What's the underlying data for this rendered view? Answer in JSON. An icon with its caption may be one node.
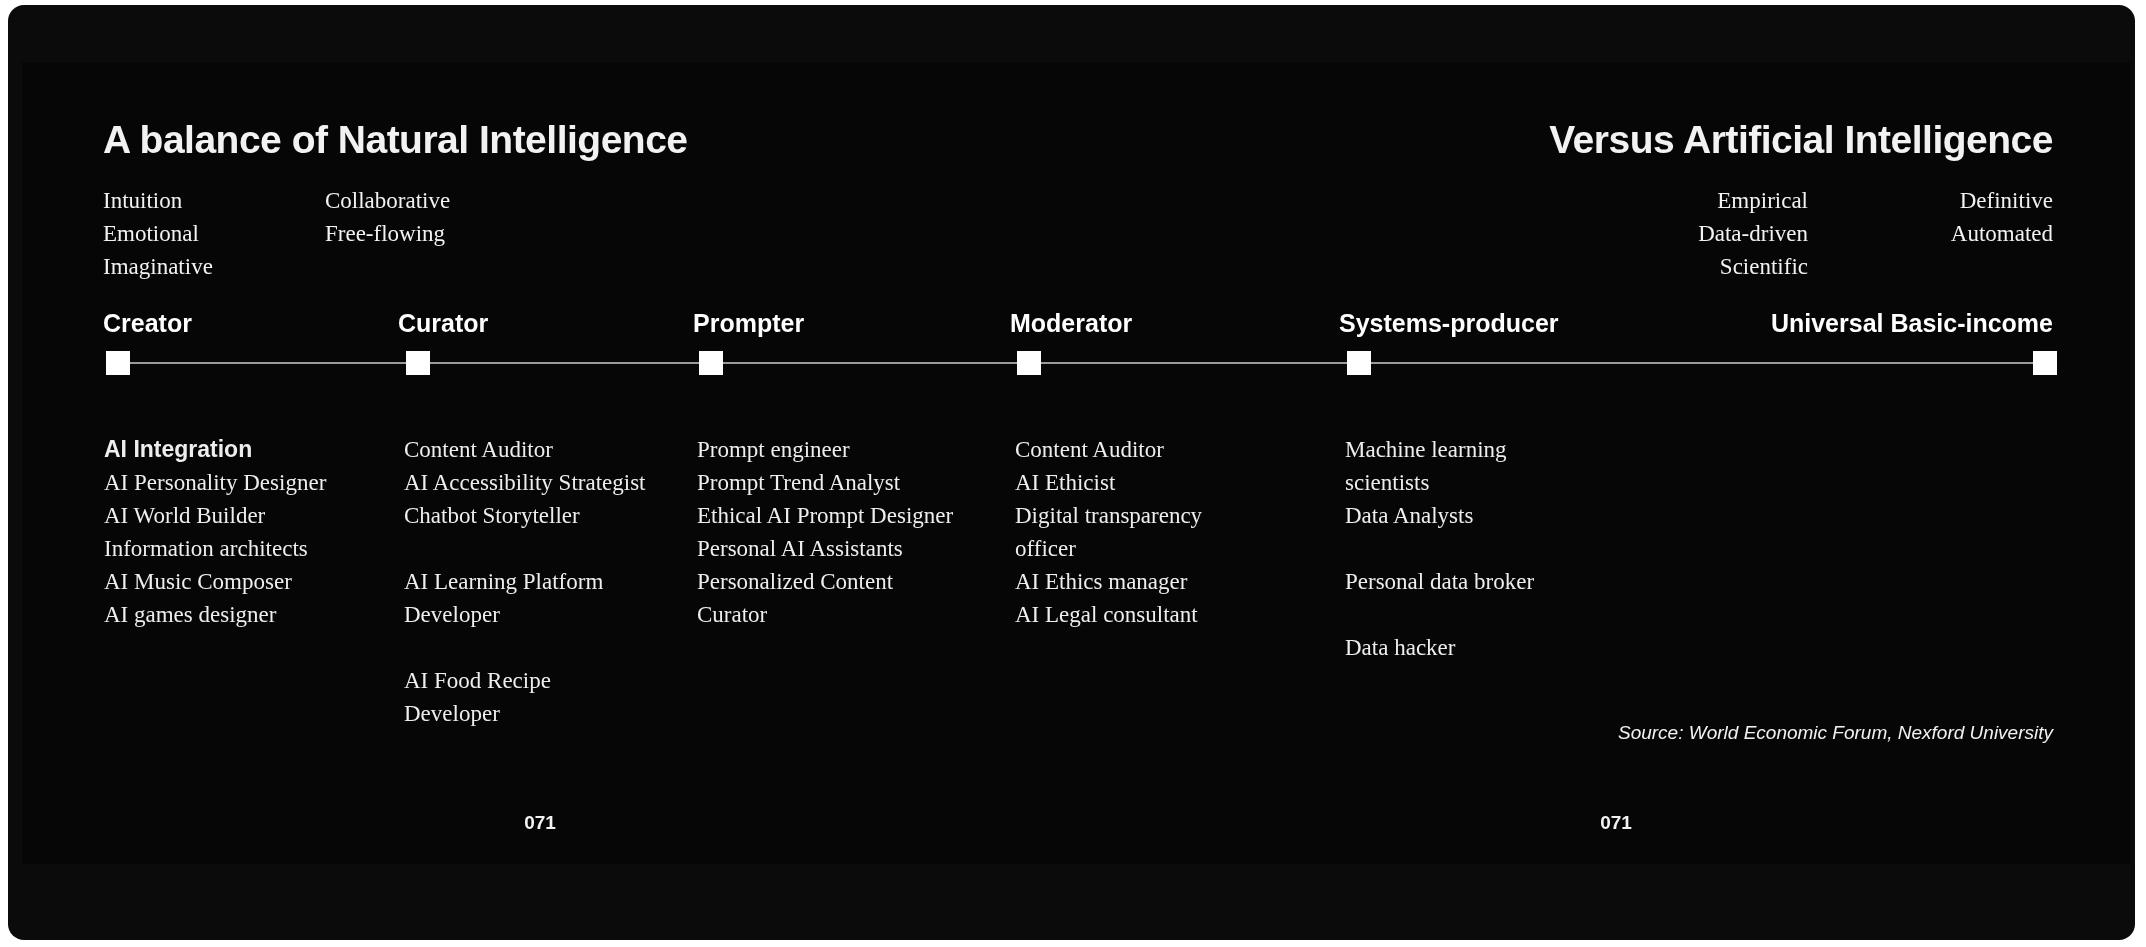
{
  "diagram": {
    "nodes": [
      {
        "text": [
          "Creator"
        ],
        "beside": [
          "AI Integration",
          "AI Personality Designer",
          "AI World Builder",
          "Information architects",
          "AI Music Composer",
          "AI games designer"
        ]
      },
      {
        "text": [
          "Curator"
        ],
        "beside": [
          "Content Auditor",
          "AI Accessibility Strategist",
          "Chatbot Storyteller",
          "AI Learning Platform Developer",
          "AI Food Recipe Developer"
        ]
      },
      {
        "text": [
          "Prompter"
        ],
        "beside": [
          "Prompt engineer",
          "Prompt Trend Analyst",
          "Ethical AI Prompt Designer",
          "Personal AI Assistants",
          "Personalized Content Curator"
        ]
      },
      {
        "text": [
          "Moderator"
        ],
        "beside": [
          "Content Auditor",
          "AI Ethicist",
          "Digital transparency officer",
          "AI Ethics manager",
          "AI Legal consultant"
        ]
      },
      {
        "text": [
          "Systems-producer"
        ],
        "beside": [
          "Machine learning scientists",
          "Data Analysts",
          "Personal data broker",
          "Data hacker"
        ]
      },
      {
        "text": [
          "Universal Basic-income"
        ]
      }
    ],
    "edges": [
      {
        "from": 0,
        "to": 1,
        "arrow": "none"
      },
      {
        "from": 1,
        "to": 2,
        "arrow": "none"
      },
      {
        "from": 2,
        "to": 3,
        "arrow": "none"
      },
      {
        "from": 3,
        "to": 4,
        "arrow": "none"
      },
      {
        "from": 4,
        "to": 5,
        "arrow": "none"
      }
    ],
    "labels": [
      "A balance of Natural Intelligence",
      "Versus Artificial Intelligence",
      "Intuition",
      "Emotional",
      "Imaginative",
      "Collaborative",
      "Free-flowing",
      "Empirical",
      "Data-driven",
      "Scientific",
      "Definitive",
      "Automated",
      "Source: World Economic Forum, Nexford University",
      "071",
      "071"
    ]
  }
}
